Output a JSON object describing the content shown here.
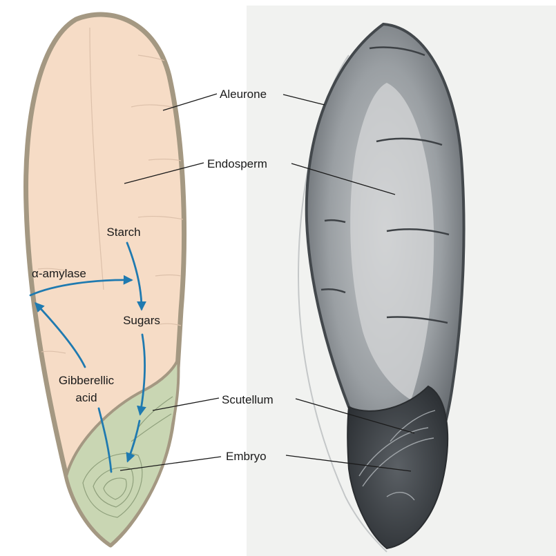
{
  "labels": {
    "aleurone": "Aleurone",
    "endosperm": "Endosperm",
    "scutellum": "Scutellum",
    "embryo": "Embryo",
    "starch": "Starch",
    "sugars": "Sugars",
    "alpha_amylase": "α-amylase",
    "gibberellic_line1": "Gibberellic",
    "gibberellic_line2": "acid"
  },
  "colors": {
    "seed_fill": "#f6dcc6",
    "seed_coat": "#a49882",
    "embryo_fill": "#c9d6b3",
    "arrow": "#1f7ab0",
    "leader_line": "#1a1a1a",
    "micrograph_bg": "#f1f2f0",
    "micrograph_tissue": "#6e7378"
  },
  "icons": {
    "arrow_head": "arrow-head-icon"
  }
}
